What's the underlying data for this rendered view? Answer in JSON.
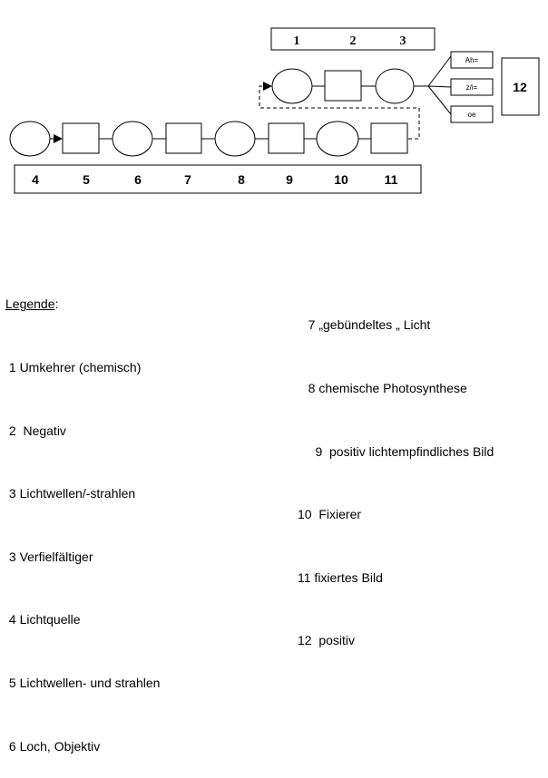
{
  "top_box": {
    "n1": "1",
    "n2": "2",
    "n3": "3"
  },
  "bottom_box": {
    "n4": "4",
    "n5": "5",
    "n6": "6",
    "n7": "7",
    "n8": "8",
    "n9": "9",
    "n10": "10",
    "n11": "11"
  },
  "outputs": {
    "ah": "Ah=",
    "zli": "z/i=",
    "oe": "oe"
  },
  "box12": "12",
  "legend": {
    "title": "Legende",
    "colon": ":",
    "left_items": [
      " 1 Umkehrer (chemisch)",
      " 2  Negativ",
      " 3 Lichtwellen/-strahlen",
      " 3 Verfielfältiger",
      " 4 Lichtquelle",
      " 5 Lichtwellen- und strahlen",
      " 6 Loch, Objektiv"
    ],
    "right_items": [
      "   7 „gebündeltes „ Licht",
      "   8 chemische Photosynthese",
      "     9  positiv lichtempfindliches Bild",
      "10  Fixierer",
      "11 fixiertes Bild",
      "12  positiv"
    ]
  }
}
